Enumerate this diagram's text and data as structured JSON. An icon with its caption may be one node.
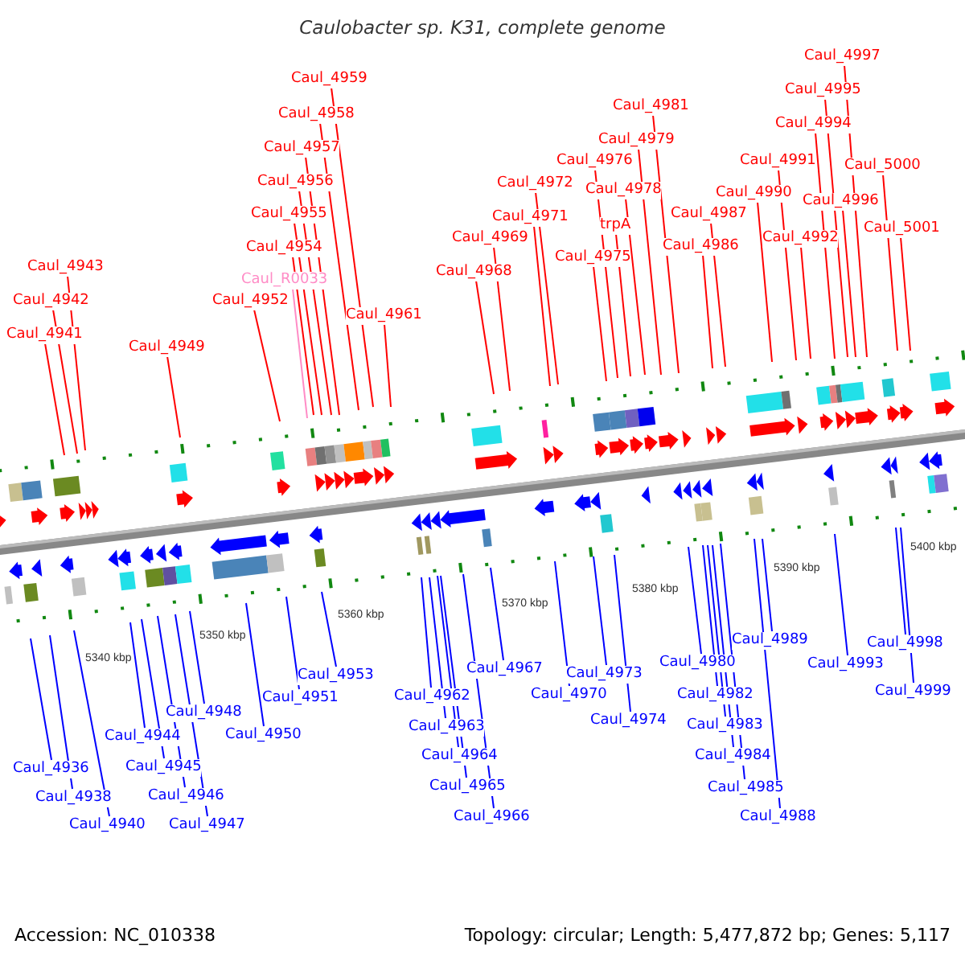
{
  "diagram": {
    "title": "Caulobacter sp. K31, complete genome",
    "nodes": [
      {
        "text": [
          "Caul_4997"
        ]
      },
      {
        "text": [
          "Caul_4959"
        ]
      },
      {
        "text": [
          "Caul_4995"
        ]
      },
      {
        "text": [
          "Caul_4981"
        ]
      },
      {
        "text": [
          "Caul_4958"
        ]
      },
      {
        "text": [
          "Caul_4994"
        ]
      },
      {
        "text": [
          "Caul_4979"
        ]
      },
      {
        "text": [
          "Caul_4957"
        ]
      },
      {
        "text": [
          "Caul_4976"
        ]
      },
      {
        "text": [
          "Caul_4991"
        ]
      },
      {
        "text": [
          "Caul_5000"
        ]
      },
      {
        "text": [
          "Caul_4956"
        ]
      },
      {
        "text": [
          "Caul_4972"
        ]
      },
      {
        "text": [
          "Caul_4978"
        ]
      },
      {
        "text": [
          "Caul_4990"
        ]
      },
      {
        "text": [
          "Caul_4996"
        ]
      },
      {
        "text": [
          "Caul_4955"
        ]
      },
      {
        "text": [
          "Caul_4987"
        ]
      },
      {
        "text": [
          "Caul_4971"
        ]
      },
      {
        "text": [
          "trpA"
        ]
      },
      {
        "text": [
          "Caul_5001"
        ]
      },
      {
        "text": [
          "Caul_4969"
        ]
      },
      {
        "text": [
          "Caul_4992"
        ]
      },
      {
        "text": [
          "Caul_4954"
        ]
      },
      {
        "text": [
          "Caul_4986"
        ]
      },
      {
        "text": [
          "Caul_4975"
        ]
      },
      {
        "text": [
          "Caul_4943"
        ]
      },
      {
        "text": [
          "Caul_4968"
        ]
      },
      {
        "text": [
          "Caul_R0033"
        ]
      },
      {
        "text": [
          "Caul_4942"
        ]
      },
      {
        "text": [
          "Caul_4952"
        ]
      },
      {
        "text": [
          "Caul_4961"
        ]
      },
      {
        "text": [
          "Caul_4941"
        ]
      },
      {
        "text": [
          "Caul_4949"
        ]
      },
      {
        "text": [
          "Caul_4989"
        ]
      },
      {
        "text": [
          "Caul_4998"
        ]
      },
      {
        "text": [
          "Caul_4980"
        ]
      },
      {
        "text": [
          "Caul_4993"
        ]
      },
      {
        "text": [
          "Caul_4967"
        ]
      },
      {
        "text": [
          "Caul_4953"
        ]
      },
      {
        "text": [
          "Caul_4973"
        ]
      },
      {
        "text": [
          "Caul_4999"
        ]
      },
      {
        "text": [
          "Caul_4970"
        ]
      },
      {
        "text": [
          "Caul_4982"
        ]
      },
      {
        "text": [
          "Caul_4962"
        ]
      },
      {
        "text": [
          "Caul_4951"
        ]
      },
      {
        "text": [
          "Caul_4948"
        ]
      },
      {
        "text": [
          "Caul_4974"
        ]
      },
      {
        "text": [
          "Caul_4983"
        ]
      },
      {
        "text": [
          "Caul_4963"
        ]
      },
      {
        "text": [
          "Caul_4950"
        ]
      },
      {
        "text": [
          "Caul_4944"
        ]
      },
      {
        "text": [
          "Caul_4964"
        ]
      },
      {
        "text": [
          "Caul_4984"
        ]
      },
      {
        "text": [
          "Caul_4945"
        ]
      },
      {
        "text": [
          "Caul_4936"
        ]
      },
      {
        "text": [
          "Caul_4965"
        ]
      },
      {
        "text": [
          "Caul_4985"
        ]
      },
      {
        "text": [
          "Caul_4946"
        ]
      },
      {
        "text": [
          "Caul_4938"
        ]
      },
      {
        "text": [
          "Caul_4966"
        ]
      },
      {
        "text": [
          "Caul_4988"
        ]
      },
      {
        "text": [
          "Caul_4940"
        ]
      },
      {
        "text": [
          "Caul_4947"
        ]
      }
    ],
    "edges": [
      {
        "from": 0,
        "to": null,
        "arrow": "none"
      },
      {
        "from": 1,
        "to": null,
        "arrow": "none"
      },
      {
        "from": 2,
        "to": null,
        "arrow": "none"
      },
      {
        "from": 3,
        "to": null,
        "arrow": "none"
      },
      {
        "from": 4,
        "to": null,
        "arrow": "none"
      },
      {
        "from": 5,
        "to": null,
        "arrow": "none"
      },
      {
        "from": 6,
        "to": null,
        "arrow": "none"
      },
      {
        "from": 7,
        "to": null,
        "arrow": "none"
      },
      {
        "from": 8,
        "to": null,
        "arrow": "none"
      },
      {
        "from": 9,
        "to": null,
        "arrow": "none"
      },
      {
        "from": 10,
        "to": null,
        "arrow": "none"
      },
      {
        "from": 11,
        "to": null,
        "arrow": "none"
      },
      {
        "from": 12,
        "to": null,
        "arrow": "none"
      },
      {
        "from": 13,
        "to": null,
        "arrow": "none"
      },
      {
        "from": 14,
        "to": null,
        "arrow": "none"
      },
      {
        "from": 15,
        "to": null,
        "arrow": "none"
      },
      {
        "from": 16,
        "to": null,
        "arrow": "none"
      },
      {
        "from": 17,
        "to": null,
        "arrow": "none"
      },
      {
        "from": 18,
        "to": null,
        "arrow": "none"
      },
      {
        "from": 19,
        "to": null,
        "arrow": "none"
      },
      {
        "from": 20,
        "to": null,
        "arrow": "none"
      },
      {
        "from": 21,
        "to": null,
        "arrow": "none"
      },
      {
        "from": 22,
        "to": null,
        "arrow": "none"
      },
      {
        "from": 23,
        "to": null,
        "arrow": "none"
      },
      {
        "from": 24,
        "to": null,
        "arrow": "none"
      },
      {
        "from": 25,
        "to": null,
        "arrow": "none"
      },
      {
        "from": 26,
        "to": null,
        "arrow": "none"
      },
      {
        "from": 27,
        "to": null,
        "arrow": "none"
      },
      {
        "from": 28,
        "to": null,
        "arrow": "none",
        "color": "#ff8cc6"
      },
      {
        "from": 29,
        "to": null,
        "arrow": "none"
      },
      {
        "from": 30,
        "to": null,
        "arrow": "none"
      },
      {
        "from": 31,
        "to": null,
        "arrow": "none"
      },
      {
        "from": 32,
        "to": null,
        "arrow": "none"
      },
      {
        "from": 33,
        "to": null,
        "arrow": "none"
      },
      {
        "from": 34,
        "to": null,
        "arrow": "none",
        "color": "#0000ff"
      },
      {
        "from": 35,
        "to": null,
        "arrow": "none",
        "color": "#0000ff"
      },
      {
        "from": 36,
        "to": null,
        "arrow": "none",
        "color": "#0000ff"
      },
      {
        "from": 37,
        "to": null,
        "arrow": "none",
        "color": "#0000ff"
      },
      {
        "from": 38,
        "to": null,
        "arrow": "none",
        "color": "#0000ff"
      },
      {
        "from": 39,
        "to": null,
        "arrow": "none",
        "color": "#0000ff"
      },
      {
        "from": 40,
        "to": null,
        "arrow": "none",
        "color": "#0000ff"
      },
      {
        "from": 41,
        "to": null,
        "arrow": "none",
        "color": "#0000ff"
      },
      {
        "from": 42,
        "to": null,
        "arrow": "none",
        "color": "#0000ff"
      },
      {
        "from": 43,
        "to": null,
        "arrow": "none",
        "color": "#0000ff"
      },
      {
        "from": 44,
        "to": null,
        "arrow": "none",
        "color": "#0000ff"
      },
      {
        "from": 45,
        "to": null,
        "arrow": "none",
        "color": "#0000ff"
      },
      {
        "from": 46,
        "to": null,
        "arrow": "none",
        "color": "#0000ff"
      },
      {
        "from": 47,
        "to": null,
        "arrow": "none",
        "color": "#0000ff"
      },
      {
        "from": 48,
        "to": null,
        "arrow": "none",
        "color": "#0000ff"
      },
      {
        "from": 49,
        "to": null,
        "arrow": "none",
        "color": "#0000ff"
      },
      {
        "from": 50,
        "to": null,
        "arrow": "none",
        "color": "#0000ff"
      },
      {
        "from": 51,
        "to": null,
        "arrow": "none",
        "color": "#0000ff"
      },
      {
        "from": 52,
        "to": null,
        "arrow": "none",
        "color": "#0000ff"
      },
      {
        "from": 53,
        "to": null,
        "arrow": "none",
        "color": "#0000ff"
      },
      {
        "from": 54,
        "to": null,
        "arrow": "none",
        "color": "#0000ff"
      },
      {
        "from": 55,
        "to": null,
        "arrow": "none",
        "color": "#0000ff"
      },
      {
        "from": 56,
        "to": null,
        "arrow": "none",
        "color": "#0000ff"
      },
      {
        "from": 57,
        "to": null,
        "arrow": "none",
        "color": "#0000ff"
      },
      {
        "from": 58,
        "to": null,
        "arrow": "none",
        "color": "#0000ff"
      },
      {
        "from": 59,
        "to": null,
        "arrow": "none",
        "color": "#0000ff"
      },
      {
        "from": 60,
        "to": null,
        "arrow": "none",
        "color": "#0000ff"
      },
      {
        "from": 61,
        "to": null,
        "arrow": "none",
        "color": "#0000ff"
      },
      {
        "from": 62,
        "to": null,
        "arrow": "none",
        "color": "#0000ff"
      },
      {
        "from": 63,
        "to": null,
        "arrow": "none",
        "color": "#0000ff"
      }
    ],
    "labels": [
      "5340 kbp",
      "5350 kbp",
      "5360 kbp",
      "5370 kbp",
      "5380 kbp",
      "5390 kbp",
      "5400 kbp",
      "Accession: NC_010338",
      "Topology: circular; Length: 5,477,872 bp; Genes: 5,117"
    ]
  }
}
